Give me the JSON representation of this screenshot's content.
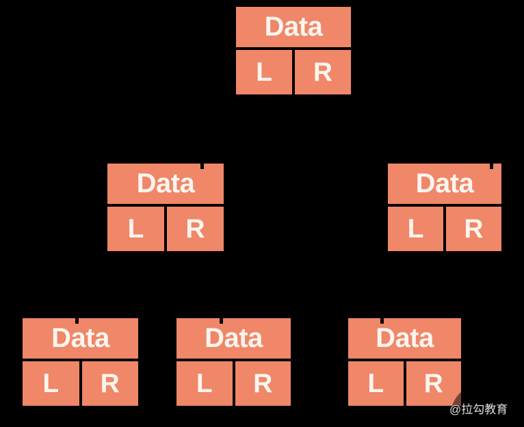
{
  "page": {
    "background_color": "#000000"
  },
  "diagram": {
    "type": "binary-tree-node-diagram",
    "node_fill_color": "#EF8768",
    "node_text_color": "#FBF5EE",
    "node_labels": {
      "data": "Data",
      "left": "L",
      "right": "R"
    },
    "nodes": [
      {
        "id": "root",
        "row": 1
      },
      {
        "id": "left-child",
        "row": 2
      },
      {
        "id": "right-child",
        "row": 2
      },
      {
        "id": "leaf-1",
        "row": 3
      },
      {
        "id": "leaf-2",
        "row": 3
      },
      {
        "id": "leaf-3",
        "row": 3
      }
    ],
    "rows": [
      {
        "node_count": 1
      },
      {
        "node_count": 2
      },
      {
        "node_count": 3
      }
    ]
  },
  "watermark": {
    "text": "@拉勾教育"
  }
}
